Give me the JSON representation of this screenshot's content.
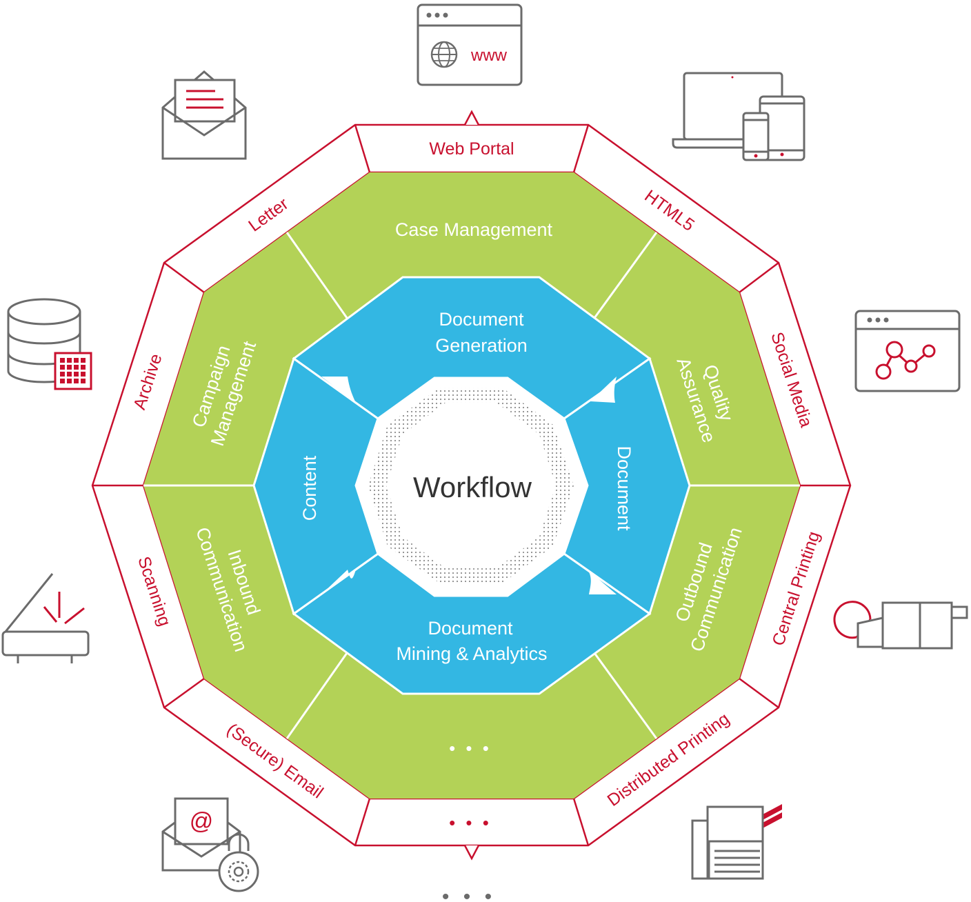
{
  "colors": {
    "accent_red": "#c8102e",
    "green": "#b3d257",
    "blue": "#33b7e3",
    "icon_gray": "#6b6b6b",
    "white": "#ffffff"
  },
  "center": {
    "label": "Workflow"
  },
  "inner_ring": {
    "top": [
      "Document",
      "Generation"
    ],
    "right": "Document",
    "bottom": [
      "Document",
      "Mining & Analytics"
    ],
    "left": "Content"
  },
  "middle_ring": {
    "top": "Case Management",
    "upper_right": [
      "Quality",
      "Assurance"
    ],
    "lower_right": [
      "Outbound",
      "Communication"
    ],
    "bottom": "• • •",
    "lower_left": [
      "Inbound",
      "Communication"
    ],
    "upper_left": [
      "Campaign",
      "Management"
    ]
  },
  "outer_ring": [
    "Web Portal",
    "HTML5",
    "Social Media",
    "Central Printing",
    "Distributed Printing",
    "• • •",
    "(Secure) Email",
    "Scanning",
    "Archive",
    "Letter"
  ],
  "icons": [
    {
      "name": "web-browser-icon",
      "text": "www"
    },
    {
      "name": "devices-icon"
    },
    {
      "name": "social-media-icon"
    },
    {
      "name": "central-printer-icon"
    },
    {
      "name": "distributed-printer-icon"
    },
    {
      "name": "more-dots-icon",
      "text": "• • •"
    },
    {
      "name": "secure-email-icon",
      "text": "@"
    },
    {
      "name": "scanner-icon"
    },
    {
      "name": "archive-database-icon"
    },
    {
      "name": "letter-envelope-icon"
    }
  ]
}
